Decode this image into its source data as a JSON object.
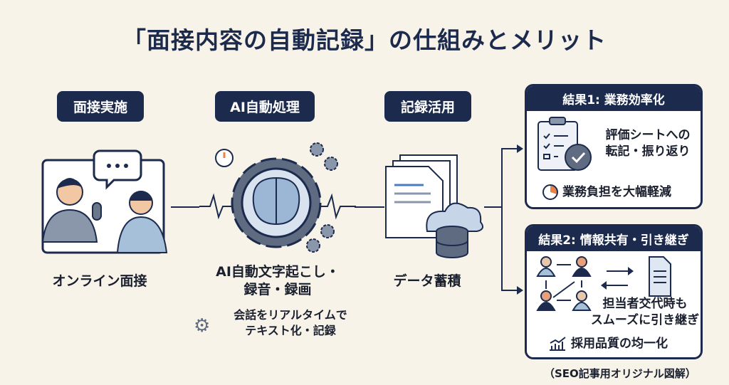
{
  "title": "「面接内容の自動記録」の仕組みとメリット",
  "steps": [
    {
      "pill": "面接実施",
      "label": "オンライン面接"
    },
    {
      "pill": "AI自動処理",
      "label_line1": "AI自動文字起こし・",
      "label_line2": "録音・録画",
      "note_line1": "会話をリアルタイムで",
      "note_line2": "テキスト化・記録"
    },
    {
      "pill": "記録活用",
      "label": "データ蓄積"
    }
  ],
  "result1": {
    "header": "結果1: 業務効率化",
    "text_line1": "評価シートへの",
    "text_line2": "転記・振り返り",
    "footer": "業務負担を大幅軽減"
  },
  "result2": {
    "header": "結果2: 情報共有・引き継ぎ",
    "text_line1": "担当者交代時も",
    "text_line2": "スムーズに引き継ぎ",
    "footer": "採用品質の均一化"
  },
  "caption": "（SEO記事用オリジナル図解）",
  "colors": {
    "navy": "#1c2b4d",
    "bg": "#f7f3e8",
    "accent": "#e8834a"
  }
}
